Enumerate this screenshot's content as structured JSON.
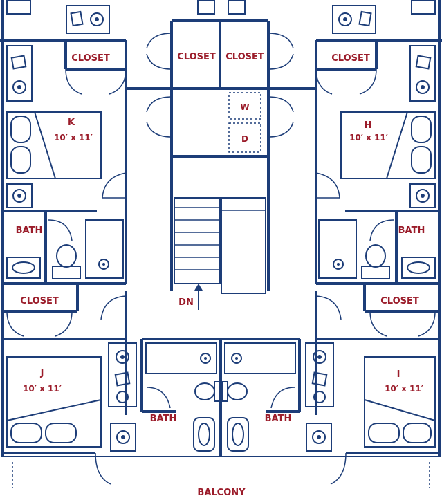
{
  "plan": {
    "colors": {
      "walls": "#1d3d78",
      "labels": "#9b1c2a",
      "background": "#ffffff"
    },
    "rooms": {
      "k": {
        "name": "K",
        "size": "10′ x 11′"
      },
      "h": {
        "name": "H",
        "size": "10′ x 11′"
      },
      "j": {
        "name": "J",
        "size": "10′ x 11′"
      },
      "i": {
        "name": "I",
        "size": "10′ x 11′"
      }
    },
    "labels": {
      "closet": "CLOSET",
      "bath": "BATH",
      "washer": "W",
      "dryer": "D",
      "stairs_down": "DN",
      "balcony": "BALCONY"
    }
  }
}
